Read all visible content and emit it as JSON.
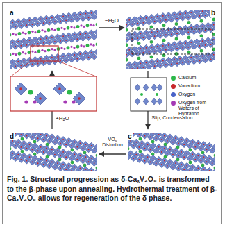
{
  "diagram": {
    "caption": "Fig. 1. Structural progression as δ-CaₓV₂O₅ is transformed to the β-phase upon annealing. Hydrothermal treatment of β-CaₓV₂O₅ allows for regeneration of the δ phase.",
    "nodes": [
      {
        "text": [
          "a"
        ]
      },
      {
        "text": [
          "b"
        ]
      },
      {
        "text": [
          "c"
        ]
      },
      {
        "text": [
          "d"
        ]
      }
    ],
    "edges": [
      {
        "from": 0,
        "to": 1,
        "arrow": "to",
        "label": "−H₂O"
      },
      {
        "from": 1,
        "to": 2,
        "arrow": "to",
        "label": "Slip, Condensation"
      },
      {
        "from": 2,
        "to": 3,
        "arrow": "to",
        "label": "VO₆ Distortion"
      },
      {
        "from": 3,
        "to": 0,
        "arrow": "to",
        "label": "+H₂O"
      }
    ],
    "legend": [
      {
        "text": "Calcium",
        "color": "#2db84a"
      },
      {
        "text": "Vanadium",
        "color": "#c8282d"
      },
      {
        "text": "Oxygen",
        "color": "#4a63c8"
      },
      {
        "text": "Oxygen from Waters of Hydration",
        "color": "#a53ab5"
      }
    ]
  }
}
